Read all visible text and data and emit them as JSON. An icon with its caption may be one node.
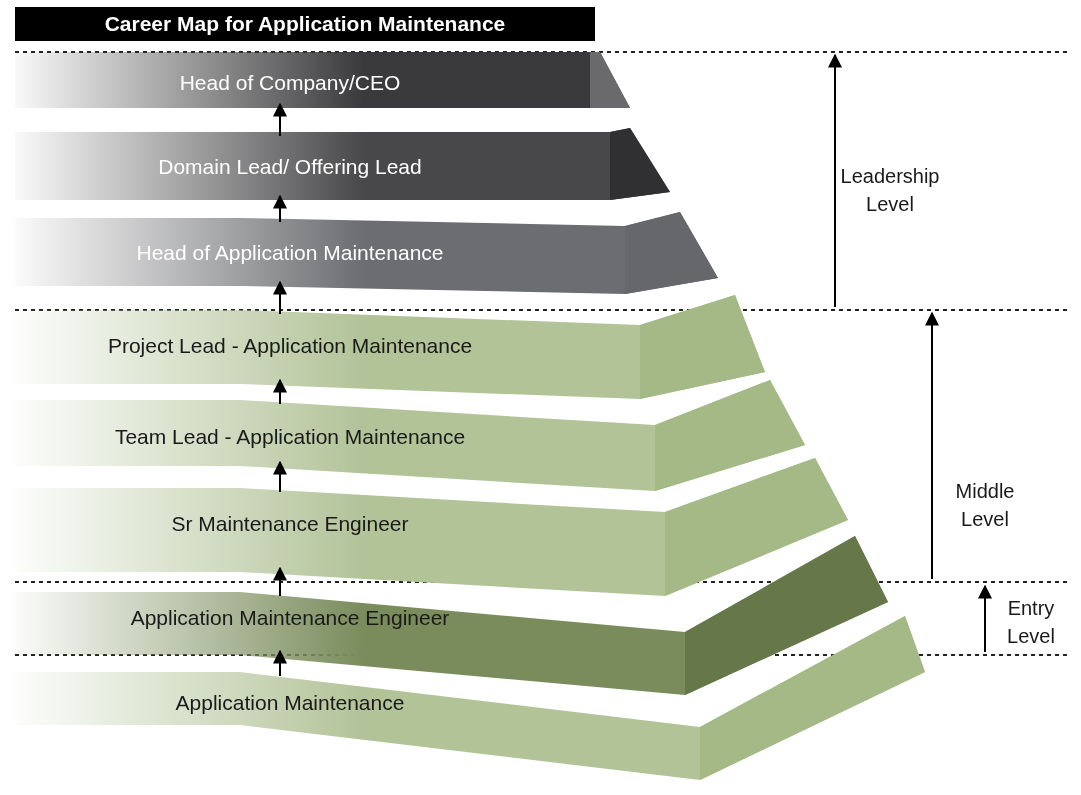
{
  "diagram": {
    "title": "Career Map for Application Maintenance",
    "nodes": [
      {
        "text": [
          "Head of Company/CEO"
        ]
      },
      {
        "text": [
          "Domain Lead/ Offering Lead"
        ]
      },
      {
        "text": [
          "Head of Application Maintenance"
        ]
      },
      {
        "text": [
          "Project Lead - Application Maintenance"
        ]
      },
      {
        "text": [
          "Team Lead - Application Maintenance"
        ]
      },
      {
        "text": [
          "Sr Maintenance Engineer"
        ]
      },
      {
        "text": [
          "Application Maintenance Engineer"
        ]
      },
      {
        "text": [
          "Application Maintenance"
        ]
      }
    ],
    "edges": [
      {
        "from": 7,
        "to": 6,
        "arrow": "to"
      },
      {
        "from": 6,
        "to": 5,
        "arrow": "to"
      },
      {
        "from": 5,
        "to": 4,
        "arrow": "to"
      },
      {
        "from": 4,
        "to": 3,
        "arrow": "to"
      },
      {
        "from": 3,
        "to": 2,
        "arrow": "to"
      },
      {
        "from": 2,
        "to": 1,
        "arrow": "to"
      },
      {
        "from": 1,
        "to": 0,
        "arrow": "to"
      }
    ],
    "labels": [
      "Leadership Level",
      "Middle Level",
      "Entry Level"
    ]
  }
}
